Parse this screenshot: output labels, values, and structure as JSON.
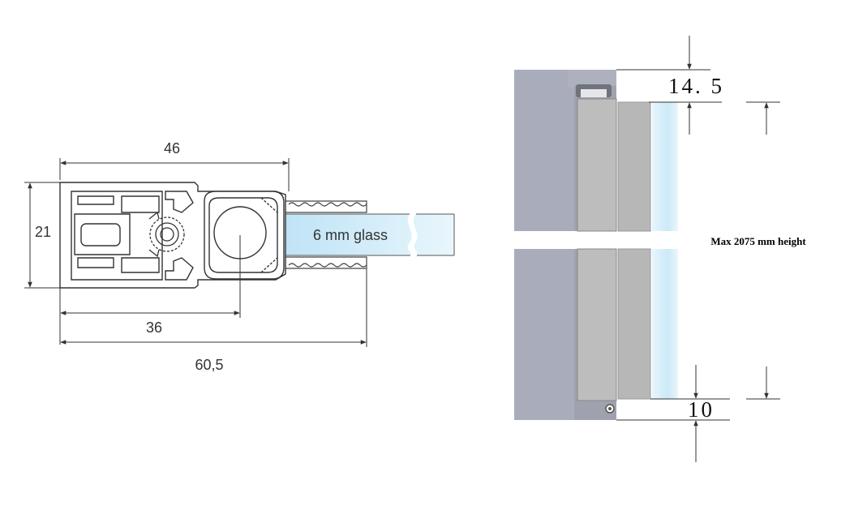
{
  "profile_section": {
    "dim_width_inner": "46",
    "dim_height": "21",
    "dim_axis": "36",
    "dim_total": "60,5",
    "glass_label": "6 mm glass"
  },
  "elevation": {
    "top_gap": "14. 5",
    "bottom_gap": "10",
    "height_note": "Max 2075 mm height"
  },
  "colors": {
    "line": "#333333",
    "glass_fill": "#cfeaf8",
    "wall_fill": "#a7abb8",
    "profile_fill": "#b8b8b8"
  }
}
